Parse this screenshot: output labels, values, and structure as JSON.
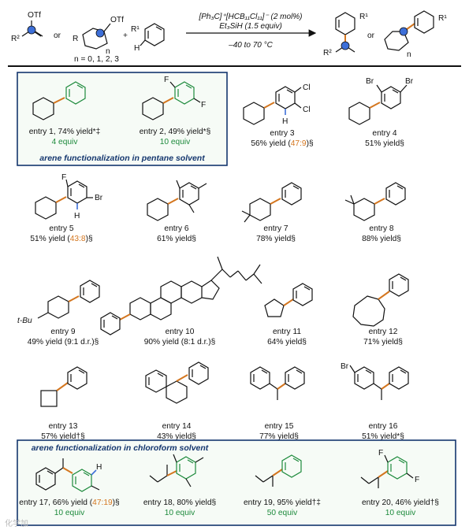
{
  "scheme": {
    "reagent_otf_1": "OTf",
    "reagent_otf_2": "OTf",
    "r2_label": "R²",
    "r_label": "R",
    "or_1": "or",
    "or_2": "or",
    "plus": "+",
    "h_label": "H",
    "r1_label": "R¹",
    "n_label": "n",
    "n_values": "n = 0, 1, 2, 3",
    "catalyst": "[Ph₃C]⁺[HCB₁₁Cl₁₁]⁻ (2 mol%)",
    "silane": "Et₃SiH (1.5 equiv)",
    "temperature": "–40 to 70 °C",
    "prod_r1_a": "R¹",
    "prod_r2": "R²",
    "prod_r1_b": "R¹",
    "prod_n": "n"
  },
  "box1": {
    "title": "arene functionalization in pentane solvent"
  },
  "box2": {
    "title": "arene functionalization in chloroform solvent"
  },
  "entries": {
    "e1": {
      "label": "entry 1, 74% yield*‡",
      "equiv": "4 equiv"
    },
    "e2": {
      "label": "entry 2, 49% yield*§",
      "equiv": "10 equiv",
      "f1": "F",
      "f2": "F"
    },
    "e3": {
      "label": "entry 3",
      "yield_pre": "56% yield (",
      "ratio": "47:9",
      "yield_post": ")§",
      "cl1": "Cl",
      "cl2": "Cl",
      "h": "H"
    },
    "e4": {
      "label": "entry 4",
      "yield": "51% yield§",
      "br1": "Br",
      "br2": "Br"
    },
    "e5": {
      "label": "entry 5",
      "yield_pre": "51% yield (",
      "ratio": "43:8",
      "yield_post": ")§",
      "f": "F",
      "br": "Br",
      "h": "H"
    },
    "e6": {
      "label": "entry 6",
      "yield": "61% yield§"
    },
    "e7": {
      "label": "entry 7",
      "yield": "78% yield§"
    },
    "e8": {
      "label": "entry 8",
      "yield": "88% yield§"
    },
    "e9": {
      "label": "entry 9",
      "yield": "49% yield (9:1 d.r.)§",
      "tbu": "t-Bu"
    },
    "e10": {
      "label": "entry 10",
      "yield": "90% yield (8:1 d.r.)§"
    },
    "e11": {
      "label": "entry 11",
      "yield": "64% yield§"
    },
    "e12": {
      "label": "entry 12",
      "yield": "71% yield§"
    },
    "e13": {
      "label": "entry 13",
      "yield": "57% yield†§"
    },
    "e14": {
      "label": "entry 14",
      "yield": "43% yield§"
    },
    "e15": {
      "label": "entry 15",
      "yield": "77% yield§"
    },
    "e16": {
      "label": "entry 16",
      "yield": "51% yield*§",
      "br": "Br"
    },
    "e17": {
      "label_pre": "entry 17, 66% yield (",
      "ratio": "47:19",
      "label_post": ")§",
      "equiv": "10 equiv",
      "h": "H"
    },
    "e18": {
      "label": "entry 18, 80% yield§",
      "equiv": "10 equiv"
    },
    "e19": {
      "label": "entry 19, 95% yield†‡",
      "equiv": "50 equiv"
    },
    "e20": {
      "label": "entry 20, 46% yield†§",
      "equiv": "10 equiv",
      "f1": "F",
      "f2": "F"
    }
  },
  "watermark": "化学加",
  "colors": {
    "new_bond": "#d4761f",
    "arene_green": "#1d8a3c",
    "box_border": "#14366e",
    "box_fill": "#f6fbf6",
    "reactive_center": "#3d6fd8"
  }
}
